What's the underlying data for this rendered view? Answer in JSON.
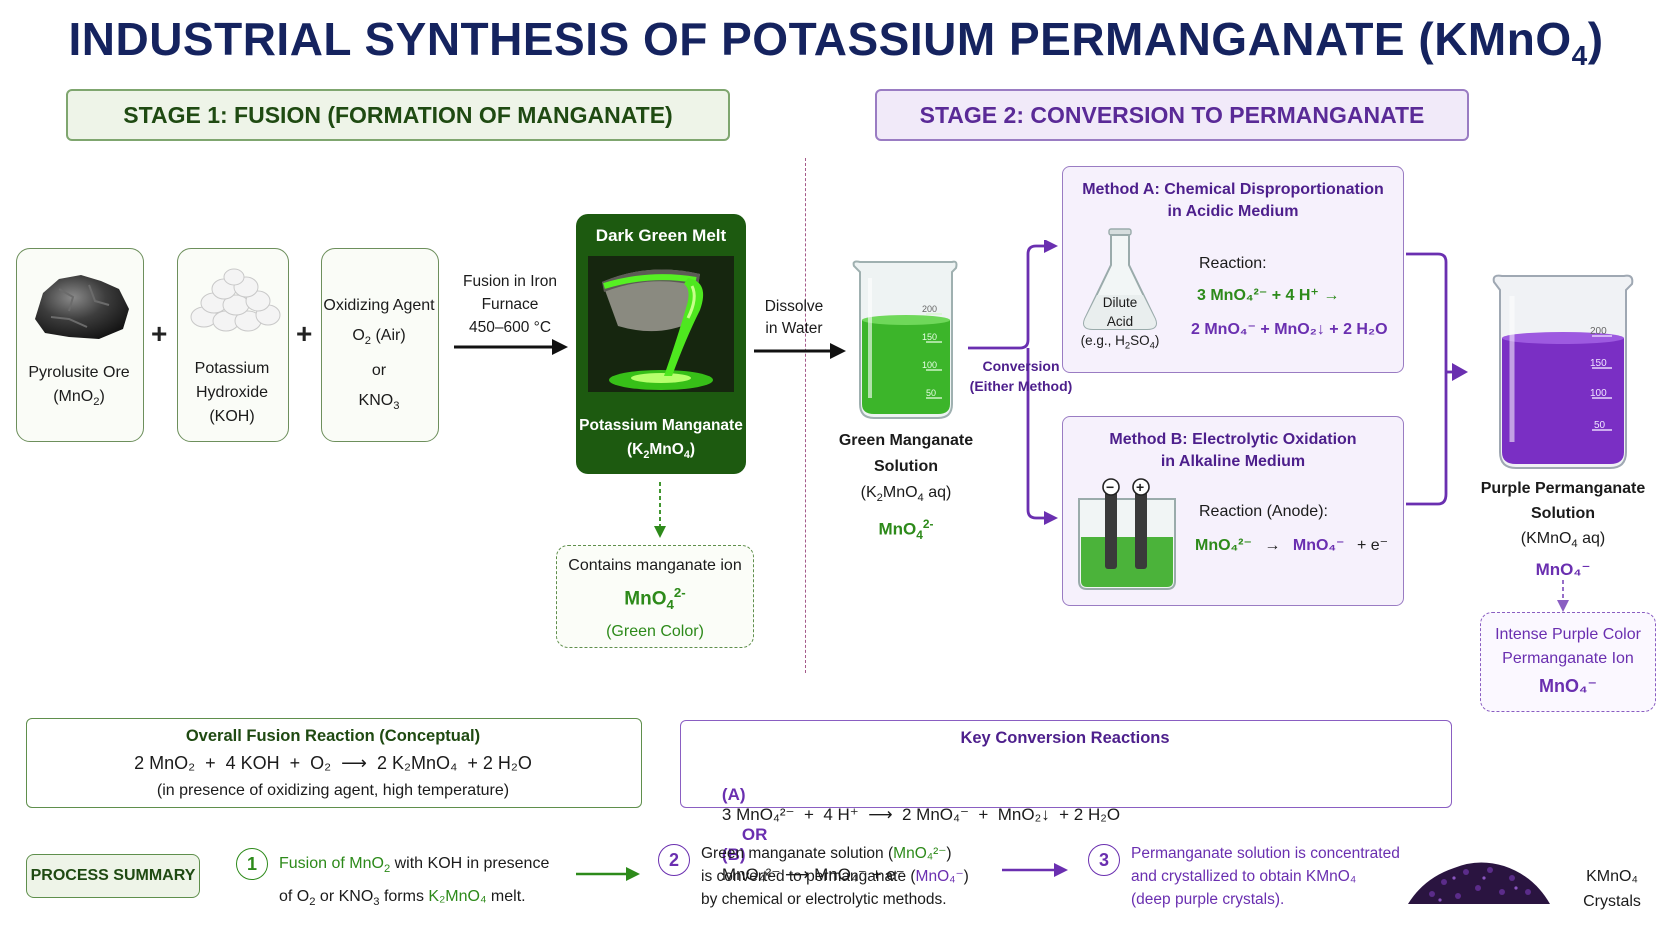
{
  "title": "INDUSTRIAL SYNTHESIS OF POTASSIUM PERMANGANATE (KMnO",
  "title_sub": "4",
  "title_close": ")",
  "stage1": "STAGE 1: FUSION (FORMATION OF MANGANATE)",
  "stage2": "STAGE 2: CONVERSION TO PERMANGANATE",
  "pyrolusite": {
    "line1": "Pyrolusite Ore",
    "line2": "(MnO",
    "sub": "2",
    "close": ")"
  },
  "koh": {
    "line1": "Potassium",
    "line2": "Hydroxide",
    "line3": "(KOH)"
  },
  "oxidizer": {
    "line1": "Oxidizing Agent",
    "o2a": "O",
    "o2sub": "2",
    "o2b": " (Air)",
    "or": "or",
    "kno": "KNO",
    "kno_sub": "3"
  },
  "plus": "+",
  "fusion_arrow": {
    "line1": "Fusion in Iron",
    "line2": "Furnace",
    "line3": "450–600 °C"
  },
  "melt": {
    "top": "Dark Green Melt",
    "line1": "Potassium Manganate",
    "line2a": "(K",
    "s1": "2",
    "line2b": "MnO",
    "s2": "4",
    "line2c": ")"
  },
  "manganate_ion_box": {
    "line1": "Contains manganate ion",
    "ion": "MnO",
    "ion_sub": "4",
    "ion_sup": "2-",
    "line3": "(Green Color)"
  },
  "dissolve": {
    "line1": "Dissolve",
    "line2": "in Water"
  },
  "green_solution": {
    "line1": "Green Manganate",
    "line2": "Solution",
    "line3a": "(K",
    "s1": "2",
    "line3b": "MnO",
    "s2": "4",
    "line3c": " aq)",
    "ion": "MnO",
    "ion_sub": "4",
    "ion_sup": "2-"
  },
  "beaker_marks": [
    "200",
    "150",
    "100",
    "50"
  ],
  "conversion": {
    "line1": "Conversion",
    "line2": "(Either Method)"
  },
  "method_a": {
    "title1": "Method A: Chemical Disproportionation",
    "title2": "in Acidic Medium",
    "flask1": "Dilute",
    "flask2": "Acid",
    "flask3a": "(e.g., H",
    "flask3s": "2",
    "flask3b": "SO",
    "flask3s2": "4",
    "flask3c": ")",
    "reaction_label": "Reaction:",
    "eq1": "3 MnO₄²⁻ + 4 H⁺ →",
    "eq2": "2 MnO₄⁻ + MnO₂↓ + 2 H₂O"
  },
  "method_b": {
    "title1": "Method B: Electrolytic Oxidation",
    "title2": "in Alkaline Medium",
    "reaction_label": "Reaction (Anode):",
    "eq_left": "MnO₄²⁻",
    "eq_arrow": "→",
    "eq_right": "MnO₄⁻",
    "eq_tail": "+ e⁻",
    "minus": "−",
    "plus": "+"
  },
  "purple_solution": {
    "line1": "Purple Permanganate",
    "line2": "Solution",
    "line3a": "(KMnO",
    "s": "4",
    "line3b": " aq)",
    "ion": "MnO₄⁻"
  },
  "purple_ion_box": {
    "line1": "Intense Purple Color",
    "line2": "Permanganate Ion",
    "ion": "MnO₄⁻"
  },
  "overall": {
    "title": "Overall Fusion Reaction (Conceptual)",
    "eq": "2 MnO₂  +  4 KOH  +  O₂  ⟶  2 K₂MnO₄  + 2 H₂O",
    "note": "(in presence of oxidizing agent, high temperature)"
  },
  "key": {
    "title": "Key Conversion Reactions",
    "a_label": "(A)",
    "a_eq": "3 MnO₄²⁻  +  4 H⁺  ⟶  2 MnO₄⁻  +  MnO₂↓  + 2 H₂O",
    "or": "OR",
    "b_label": "(B)",
    "b_eq": "MnO₄²⁻ ⟶ MnO₄⁻ + e⁻"
  },
  "summary": {
    "label": "PROCESS SUMMARY",
    "step1_num": "1",
    "step1_l1a": "Fusion of MnO",
    "step1_l1s": "2",
    "step1_l1b": " with KOH in presence",
    "step1_l2a": "of O",
    "step1_l2s": "2",
    "step1_l2b": " or KNO",
    "step1_l2s2": "3",
    "step1_l2c": " forms ",
    "step1_l2d": "K₂MnO₄",
    "step1_l2e": " melt.",
    "step2_num": "2",
    "step2_l1a": "Green manganate solution (",
    "step2_l1b": "MnO₄²⁻",
    "step2_l1c": ")",
    "step2_l2a": "is converted to permanganate (",
    "step2_l2b": "MnO₄⁻",
    "step2_l2c": ")",
    "step2_l3": "by chemical or electrolytic methods.",
    "step3_num": "3",
    "step3_l1": "Permanganate solution is concentrated",
    "step3_l2": "and crystallized to obtain KMnO₄",
    "step3_l3": "(deep purple crystals).",
    "crystals_l1": "KMnO₄",
    "crystals_l2": "Crystals"
  },
  "colors": {
    "green": "#2d8a1a",
    "purple": "#6a2fb0",
    "navy": "#15235f",
    "melt_bg": "#1d5a10"
  }
}
